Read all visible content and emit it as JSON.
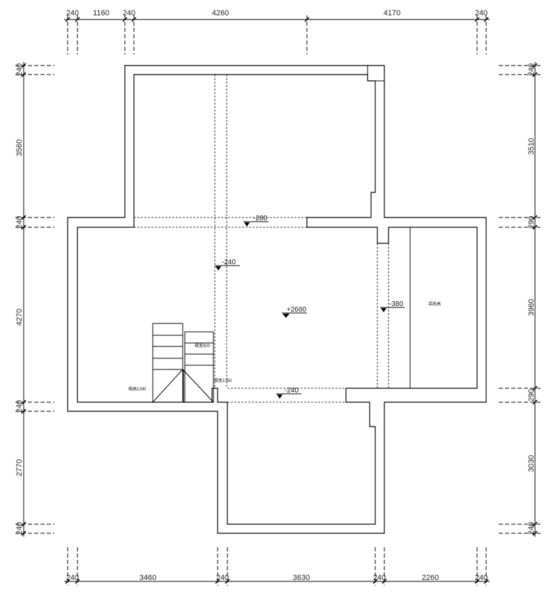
{
  "dimensions": {
    "top": [
      "240",
      "1160",
      "240",
      "4260",
      "4170",
      "240"
    ],
    "bottom": [
      "240",
      "3460",
      "240",
      "3630",
      "240",
      "2260",
      "240"
    ],
    "left": [
      "240",
      "3560",
      "240",
      "4270",
      "240",
      "2770",
      "240"
    ],
    "right": [
      "240",
      "3510",
      "290",
      "3960",
      "290",
      "3030",
      "240"
    ]
  },
  "levels": [
    {
      "name": "level-upper-beam",
      "value": "-280"
    },
    {
      "name": "level-left-beam",
      "value": "-240"
    },
    {
      "name": "level-center",
      "value": "+2660"
    },
    {
      "name": "level-right-beam",
      "value": "-380"
    },
    {
      "name": "level-lower-beam",
      "value": "-240"
    }
  ],
  "notes": {
    "right_room": "梁底高",
    "stair_left": "梯高1290",
    "stair_middle": "梯宽900",
    "stair_bottom": "梯宽1050"
  }
}
